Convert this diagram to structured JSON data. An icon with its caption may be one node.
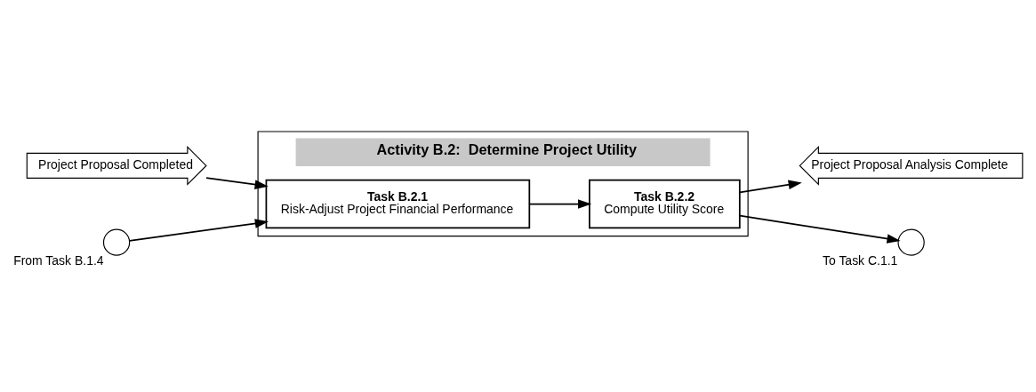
{
  "diagram": {
    "nodes": [
      {
        "text": [
          "Activity B.2:  Determine Project Utility"
        ]
      },
      {
        "text": [
          "Task B.2.1",
          "Risk-Adjust Project Financial Performance"
        ],
        "in": 0
      },
      {
        "text": [
          "Task B.2.2",
          "Compute Utility Score"
        ],
        "in": 0
      },
      {
        "text": [
          "Project Proposal Completed"
        ]
      },
      {
        "text": [
          "Project Proposal Analysis Complete"
        ]
      },
      {
        "text": [],
        "shape": "circle",
        "beside": [
          "From Task B.1.4"
        ]
      },
      {
        "text": [],
        "shape": "circle",
        "beside": [
          "To Task C.1.1"
        ]
      }
    ],
    "edges": [
      {
        "from": 3,
        "to": 1,
        "arrow": "to"
      },
      {
        "from": 5,
        "to": 1,
        "arrow": "to"
      },
      {
        "from": 1,
        "to": 2,
        "arrow": "to"
      },
      {
        "from": 2,
        "to": 4,
        "arrow": "to"
      },
      {
        "from": 2,
        "to": 6,
        "arrow": "to"
      }
    ]
  }
}
